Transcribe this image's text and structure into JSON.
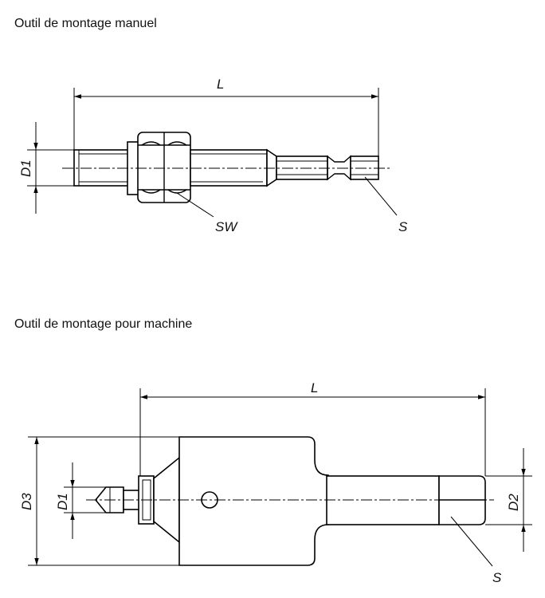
{
  "diagram": {
    "manual_tool": {
      "caption": "Outil de montage manuel",
      "labels": {
        "length": "L",
        "diameter": "D1",
        "wrench": "SW",
        "hex": "S"
      }
    },
    "machine_tool": {
      "caption": "Outil de montage pour machine",
      "labels": {
        "length": "L",
        "diameter_3": "D3",
        "diameter_1": "D1",
        "diameter_2": "D2",
        "hex": "S"
      }
    }
  }
}
